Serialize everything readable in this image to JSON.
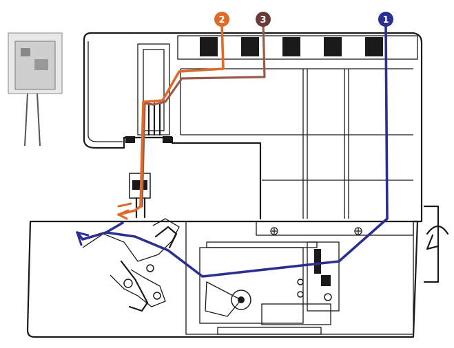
{
  "markers": [
    {
      "id": "marker-1",
      "label": "1",
      "color": "#2b2f8f"
    },
    {
      "id": "marker-2",
      "label": "2",
      "color": "#e06a2a"
    },
    {
      "id": "marker-3",
      "label": "3",
      "color": "#6b3a3a"
    }
  ],
  "colors": {
    "thread_1": "#2b2f8f",
    "thread_2": "#e06a2a",
    "thread_3": "#9a5a4a",
    "outline": "#1a1a1a"
  }
}
